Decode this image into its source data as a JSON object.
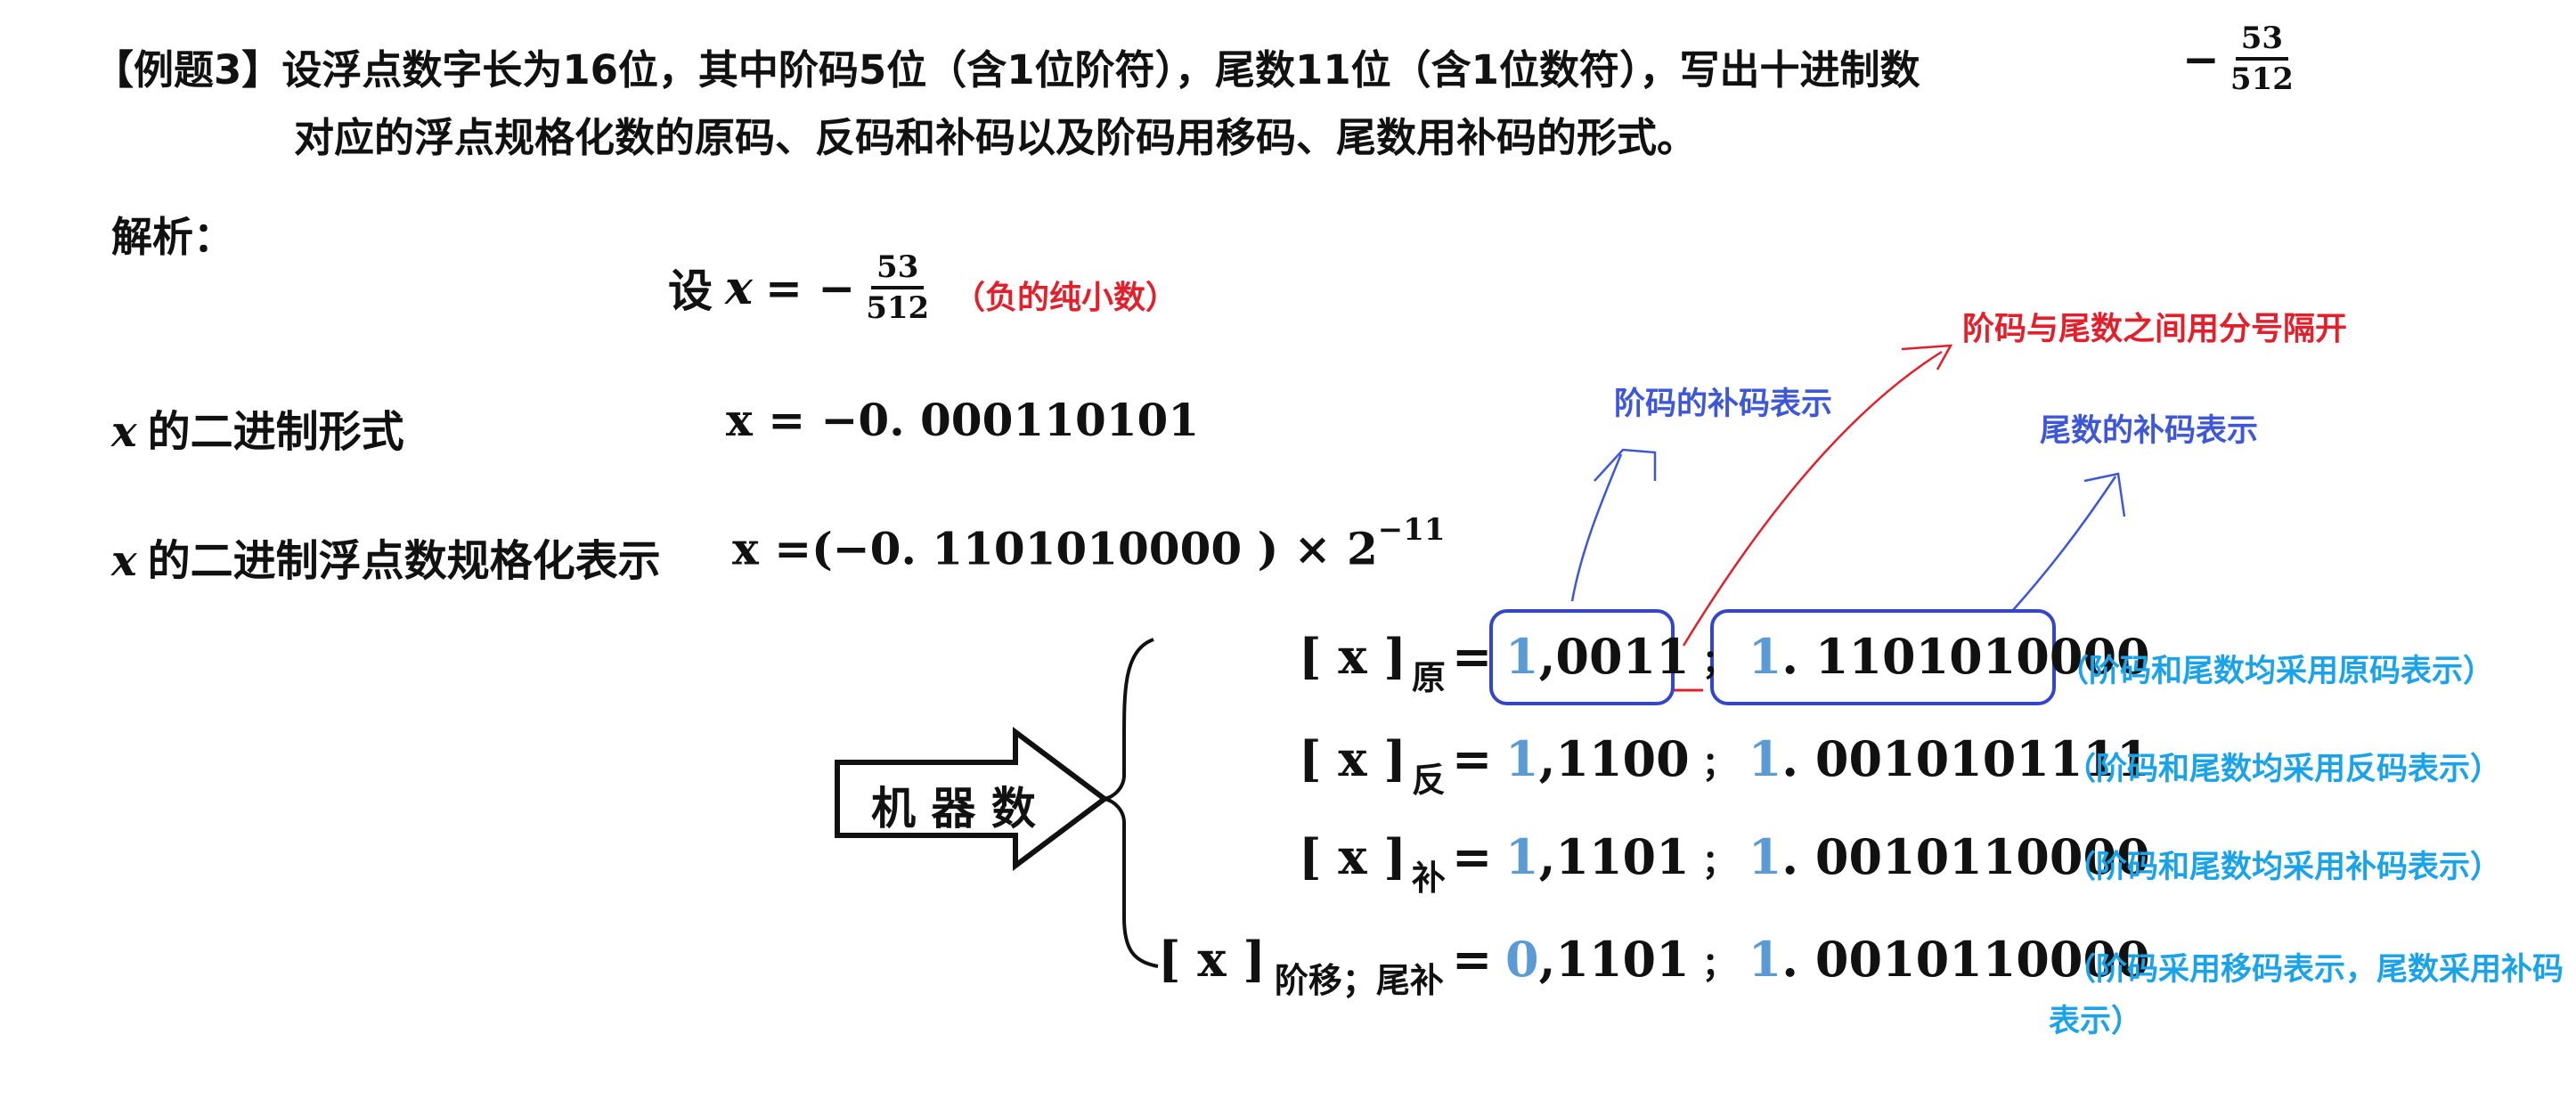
{
  "question": {
    "tag": "【例题3】",
    "line1": "设浮点数字长为16位，其中阶码5位（含1位阶符），尾数11位（含1位数符），写出十进制数",
    "minus": "−",
    "num": "53",
    "den": "512",
    "line2": "对应的浮点规格化数的原码、反码和补码以及阶码用移码、尾数用补码的形式。"
  },
  "analysis": {
    "heading": "解析：",
    "let_prefix": "设",
    "x": "x",
    "eq_neg": "= −",
    "num": "53",
    "den": "512",
    "let_note": "（负的纯小数）"
  },
  "binary": {
    "label_x": "x",
    "label": "的二进制形式",
    "expr": "x = −0. 000110101"
  },
  "normalized": {
    "label_x": "x",
    "label": "的二进制浮点数规格化表示",
    "expr": "x =(−0. 1101010000 ) × 2",
    "exp": "−11"
  },
  "machine": {
    "arrow_label": "机 器 数",
    "rows": [
      {
        "lhs": "[ x ]",
        "sub": "原",
        "exp_sign": "1",
        "exp_rest": ",0011",
        "sep": "；",
        "man_sign": "1",
        "man_rest": ". 1101010000",
        "note": "（阶码和尾数均采用原码表示）"
      },
      {
        "lhs": "[ x ]",
        "sub": "反",
        "exp_sign": "1",
        "exp_rest": ",1100",
        "sep": "；",
        "man_sign": "1",
        "man_rest": ". 0010101111",
        "note": "（阶码和尾数均采用反码表示）"
      },
      {
        "lhs": "[ x ]",
        "sub": "补",
        "exp_sign": "1",
        "exp_rest": ",1101",
        "sep": "；",
        "man_sign": "1",
        "man_rest": ". 0010110000",
        "note": "（阶码和尾数均采用补码表示）"
      },
      {
        "lhs": "[ x ]",
        "sub": "阶移；尾补",
        "exp_sign": "0",
        "exp_rest": ",1101",
        "sep": "；",
        "man_sign": "1",
        "man_rest": ". 0010110000",
        "note": "（阶码采用移码表示，尾数采用补码",
        "note2": "表示）"
      }
    ],
    "eq": "="
  },
  "annotations": {
    "exp_complement": "阶码的补码表示",
    "separator": "阶码与尾数之间用分号隔开",
    "man_complement": "尾数的补码表示"
  },
  "colors": {
    "sign_digit": "#5b9bd5",
    "note_blue": "#1aa3e8",
    "note_purple": "#3d57d6",
    "note_red": "#e41f2c",
    "box": "#3346c7"
  }
}
